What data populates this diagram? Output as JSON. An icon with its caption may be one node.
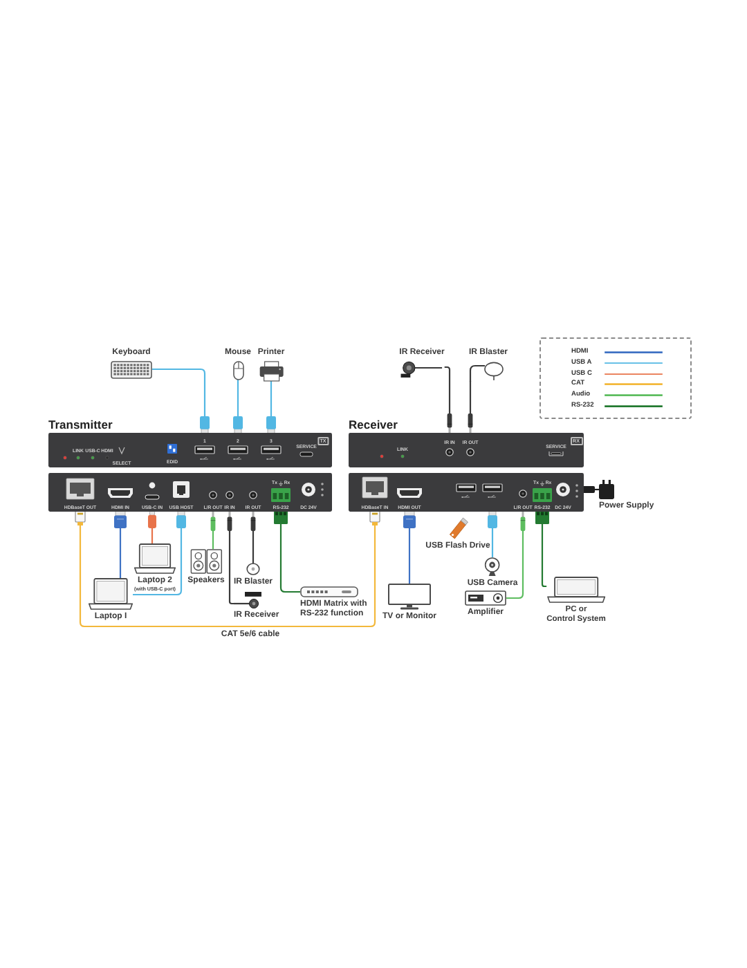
{
  "diagram": {
    "nodes": [
      {
        "text": [
          "Keyboard"
        ]
      },
      {
        "text": [
          "Mouse"
        ]
      },
      {
        "text": [
          "Printer"
        ]
      },
      {
        "text": [
          "IR Receiver"
        ]
      },
      {
        "text": [
          "IR Blaster"
        ]
      },
      {
        "text": [
          "Transmitter",
          "LINK",
          "USB-C",
          "HDMI",
          "SELECT",
          "EDID",
          "1",
          "2",
          "3",
          "SERVICE",
          "TX"
        ]
      },
      {
        "text": [
          "Receiver",
          "LINK",
          "IR IN",
          "IR OUT",
          "SERVICE",
          "RX"
        ]
      },
      {
        "text": [
          "HDBaseT OUT",
          "HDMI IN",
          "USB-C IN",
          "USB HOST",
          "L/R OUT",
          "IR IN",
          "IR OUT",
          "Tx",
          "Rx",
          "RS-232",
          "DC 24V"
        ]
      },
      {
        "text": [
          "HDBaseT IN",
          "HDMI OUT",
          "L/R OUT",
          "Tx",
          "Rx",
          "RS-232",
          "DC 24V"
        ]
      },
      {
        "text": [
          "Power Supply"
        ]
      },
      {
        "text": [
          "Laptop 2",
          "(with USB-C port)"
        ]
      },
      {
        "text": [
          "Speakers"
        ]
      },
      {
        "text": [
          "IR Blaster"
        ]
      },
      {
        "text": [
          "Laptop I"
        ]
      },
      {
        "text": [
          "IR Receiver"
        ]
      },
      {
        "text": [
          "HDMI Matrix with RS-232 function"
        ]
      },
      {
        "text": [
          "USB Flash Drive"
        ]
      },
      {
        "text": [
          "USB Camera"
        ]
      },
      {
        "text": [
          "TV or Monitor"
        ]
      },
      {
        "text": [
          "Amplifier"
        ]
      },
      {
        "text": [
          "PC or Control System"
        ]
      }
    ],
    "edges": [
      {
        "from": 0,
        "to": 5,
        "arrow": "other",
        "color": "#52b7e3"
      },
      {
        "from": 1,
        "to": 5,
        "arrow": "other",
        "color": "#52b7e3"
      },
      {
        "from": 2,
        "to": 5,
        "arrow": "other",
        "color": "#52b7e3"
      },
      {
        "from": 3,
        "to": 6,
        "arrow": "other",
        "color": "#3a3a3a"
      },
      {
        "from": 4,
        "to": 6,
        "arrow": "other",
        "color": "#3a3a3a"
      },
      {
        "from": 7,
        "to": 8,
        "arrow": "other",
        "label": "CAT 5e/6 cable",
        "color": "#f3b83b"
      },
      {
        "from": 7,
        "to": 13,
        "arrow": "other",
        "color": "#3f72c4"
      },
      {
        "from": 7,
        "to": 10,
        "arrow": "other",
        "color": "#e8734a"
      },
      {
        "from": 7,
        "to": 13,
        "arrow": "other",
        "color": "#52b7e3"
      },
      {
        "from": 7,
        "to": 11,
        "arrow": "other",
        "color": "#5dbd5f"
      },
      {
        "from": 7,
        "to": 14,
        "arrow": "other",
        "color": "#3a3a3a"
      },
      {
        "from": 7,
        "to": 12,
        "arrow": "other",
        "color": "#3a3a3a"
      },
      {
        "from": 7,
        "to": 15,
        "arrow": "other",
        "color": "#237a31"
      },
      {
        "from": 8,
        "to": 18,
        "arrow": "other",
        "color": "#3f72c4"
      },
      {
        "from": 8,
        "to": 17,
        "arrow": "other",
        "color": "#52b7e3"
      },
      {
        "from": 8,
        "to": 19,
        "arrow": "other",
        "color": "#5dbd5f"
      },
      {
        "from": 8,
        "to": 20,
        "arrow": "other",
        "color": "#237a31"
      },
      {
        "from": 9,
        "to": 8,
        "arrow": "other",
        "color": "#1f1f1f"
      }
    ],
    "legend": [
      {
        "text": "HDMI",
        "color": "#3f72c4"
      },
      {
        "text": "USB A",
        "color": "#52b7e3"
      },
      {
        "text": "USB C",
        "color": "#e8734a"
      },
      {
        "text": "CAT",
        "color": "#f3b83b"
      },
      {
        "text": "Audio",
        "color": "#5dbd5f"
      },
      {
        "text": "RS-232",
        "color": "#237a31"
      }
    ]
  }
}
